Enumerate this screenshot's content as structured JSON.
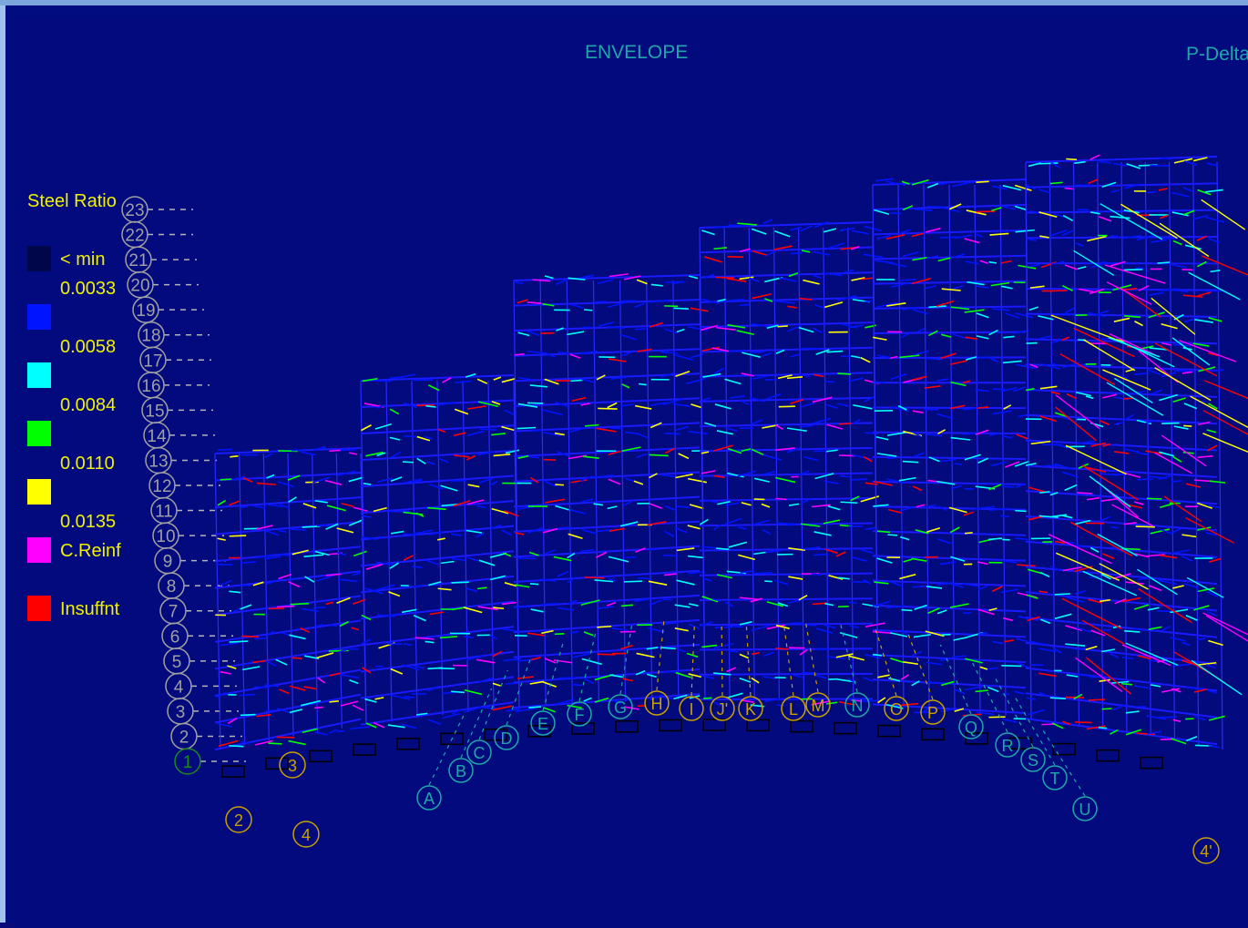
{
  "header": {
    "title_left": "ENVELOPE",
    "title_right": "P-Delta"
  },
  "legend": {
    "title": "Steel Ratio",
    "items": [
      {
        "label": "< min",
        "color": "#00064a"
      },
      {
        "label": "",
        "color": "#0014ff"
      },
      {
        "label": "",
        "color": "#00ffff"
      },
      {
        "label": "",
        "color": "#00ff00"
      },
      {
        "label": "",
        "color": "#ffff00"
      },
      {
        "label": "C.Reinf",
        "color": "#ff00ff"
      },
      {
        "label": "Insuffnt",
        "color": "#ff0000"
      }
    ],
    "thresholds": [
      "0.0033",
      "0.0058",
      "0.0084",
      "0.0110",
      "0.0135"
    ]
  },
  "story_labels": [
    "23",
    "22",
    "21",
    "20",
    "19",
    "18",
    "17",
    "16",
    "15",
    "14",
    "13",
    "12",
    "11",
    "10",
    "9",
    "8",
    "7",
    "6",
    "5",
    "4",
    "3",
    "2",
    "1"
  ],
  "grid_labels_arc": [
    "A",
    "B",
    "C",
    "D",
    "E",
    "F",
    "G",
    "H",
    "I",
    "J'",
    "K",
    "L",
    "M",
    "N",
    "O",
    "P",
    "Q",
    "R",
    "S",
    "T",
    "U"
  ],
  "grid_labels_radial": [
    "2",
    "3",
    "4",
    "4'"
  ],
  "colors": {
    "background": "#020a7e",
    "frame": "#0a2fd0",
    "grid": "#1fa7a8",
    "story_circle": "#b4b4b4",
    "gold": "#c8a000"
  }
}
